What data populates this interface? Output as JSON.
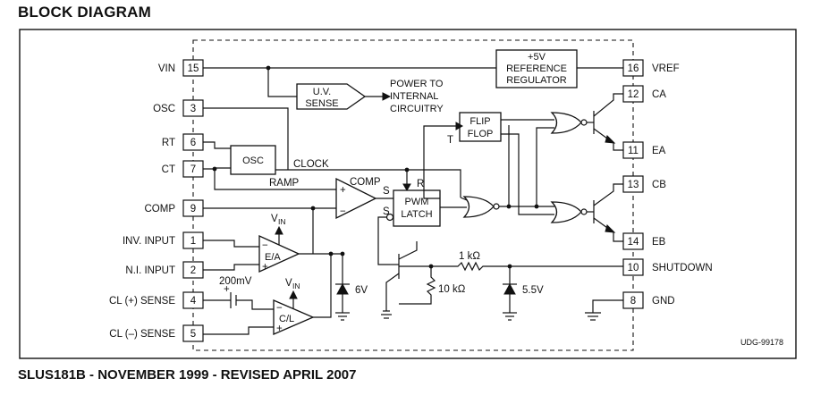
{
  "title": "BLOCK DIAGRAM",
  "footer": "SLUS181B - NOVEMBER 1999 - REVISED APRIL 2007",
  "drawing_id": "UDG-99178",
  "pins_left": [
    {
      "num": "15",
      "label": "VIN"
    },
    {
      "num": "3",
      "label": "OSC"
    },
    {
      "num": "6",
      "label": "RT"
    },
    {
      "num": "7",
      "label": "CT"
    },
    {
      "num": "9",
      "label": "COMP"
    },
    {
      "num": "1",
      "label": "INV. INPUT"
    },
    {
      "num": "2",
      "label": "N.I. INPUT"
    },
    {
      "num": "4",
      "label": "CL (+) SENSE"
    },
    {
      "num": "5",
      "label": "CL (–) SENSE"
    }
  ],
  "pins_right": [
    {
      "num": "16",
      "label": "VREF"
    },
    {
      "num": "12",
      "label": "CA"
    },
    {
      "num": "11",
      "label": "EA"
    },
    {
      "num": "13",
      "label": "CB"
    },
    {
      "num": "14",
      "label": "EB"
    },
    {
      "num": "10",
      "label": "SHUTDOWN"
    },
    {
      "num": "8",
      "label": "GND"
    }
  ],
  "blocks": {
    "reference": [
      "+5V",
      "REFERENCE",
      "REGULATOR"
    ],
    "uv_sense": [
      "U.V.",
      "SENSE"
    ],
    "power_note": [
      "POWER TO",
      "INTERNAL",
      "CIRCUITRY"
    ],
    "osc": "OSC",
    "flip_flop": [
      "FLIP",
      "FLOP"
    ],
    "pwm_latch": [
      "PWM",
      "LATCH"
    ],
    "ea": "E/A",
    "cl": "C/L"
  },
  "signals": {
    "clock": "CLOCK",
    "ramp": "RAMP",
    "comp": "COMP",
    "r": "R",
    "s1": "S",
    "s2": "S",
    "t": "T",
    "vin_top": "V",
    "vin_sub": "IN",
    "vin2_top": "V",
    "vin2_sub": "IN",
    "plus": "+",
    "minus": "−",
    "mv200": "200mV",
    "z6": "6V",
    "z55": "5.5V",
    "r1k": "1 kΩ",
    "r10k": "10 kΩ"
  }
}
